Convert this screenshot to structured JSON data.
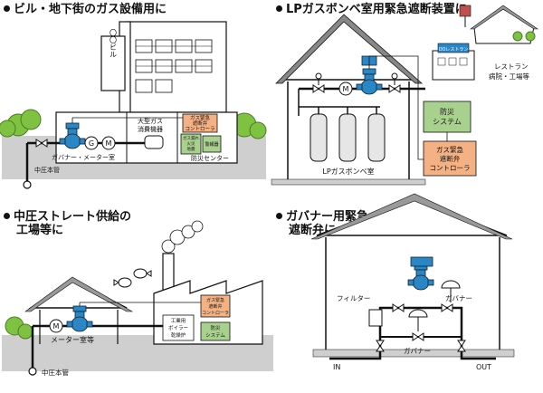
{
  "sections": {
    "building": {
      "heading": "ビル・地下街のガス設備用に",
      "sign": "〇〇ビル",
      "large_gas_appliance": [
        "大型ガス",
        "消費機器"
      ],
      "gas_shutoff_controller": [
        "ガス緊急",
        "遮断弁",
        "コントローラ"
      ],
      "gas_leak_alarm": [
        "ガス漏れ",
        "火災",
        "地震"
      ],
      "alarm_panel": "警報器",
      "governor_meter_room": "ガバナー・メーター室",
      "disaster_center": "防災センター",
      "medium_pressure_main": "中圧本管",
      "g_mark": "G",
      "m_mark": "M"
    },
    "lp": {
      "heading": "LPガスボンベ室用緊急遮断装置に",
      "m_mark": "M",
      "disaster_system": [
        "防災",
        "システム"
      ],
      "gas_shutoff_controller": [
        "ガス緊急",
        "遮断弁",
        "コントローラ"
      ],
      "cylinder_room": "LPガスボンベ室",
      "destinations": [
        "レストラン",
        "病院・工場等"
      ],
      "store_sign": "OOレストラン"
    },
    "factory": {
      "heading": [
        "中圧ストレート供給の",
        "工場等に"
      ],
      "m_mark": "M",
      "meter_room": "メーター室等",
      "boiler": [
        "工業用",
        "ボイラー",
        "乾燥炉"
      ],
      "gas_shutoff_controller": [
        "ガス緊急",
        "遮断弁",
        "コントローラ"
      ],
      "disaster_system": [
        "防災",
        "システム"
      ],
      "medium_pressure_main": "中圧本管"
    },
    "governor": {
      "heading": [
        "ガバナー用緊急",
        "遮断弁に"
      ],
      "filter": "フィルター",
      "governor_top": "ガバナー",
      "governor_bottom": "ガバナー",
      "inlet": "IN",
      "outlet": "OUT"
    }
  },
  "colors": {
    "valve_blue": "#2b86c5",
    "controller_orange": "#f4b183",
    "system_green": "#a9d18e",
    "tree_green": "#7fc241",
    "ground_gray": "#cfcfcf",
    "pipe_black": "#111111"
  }
}
